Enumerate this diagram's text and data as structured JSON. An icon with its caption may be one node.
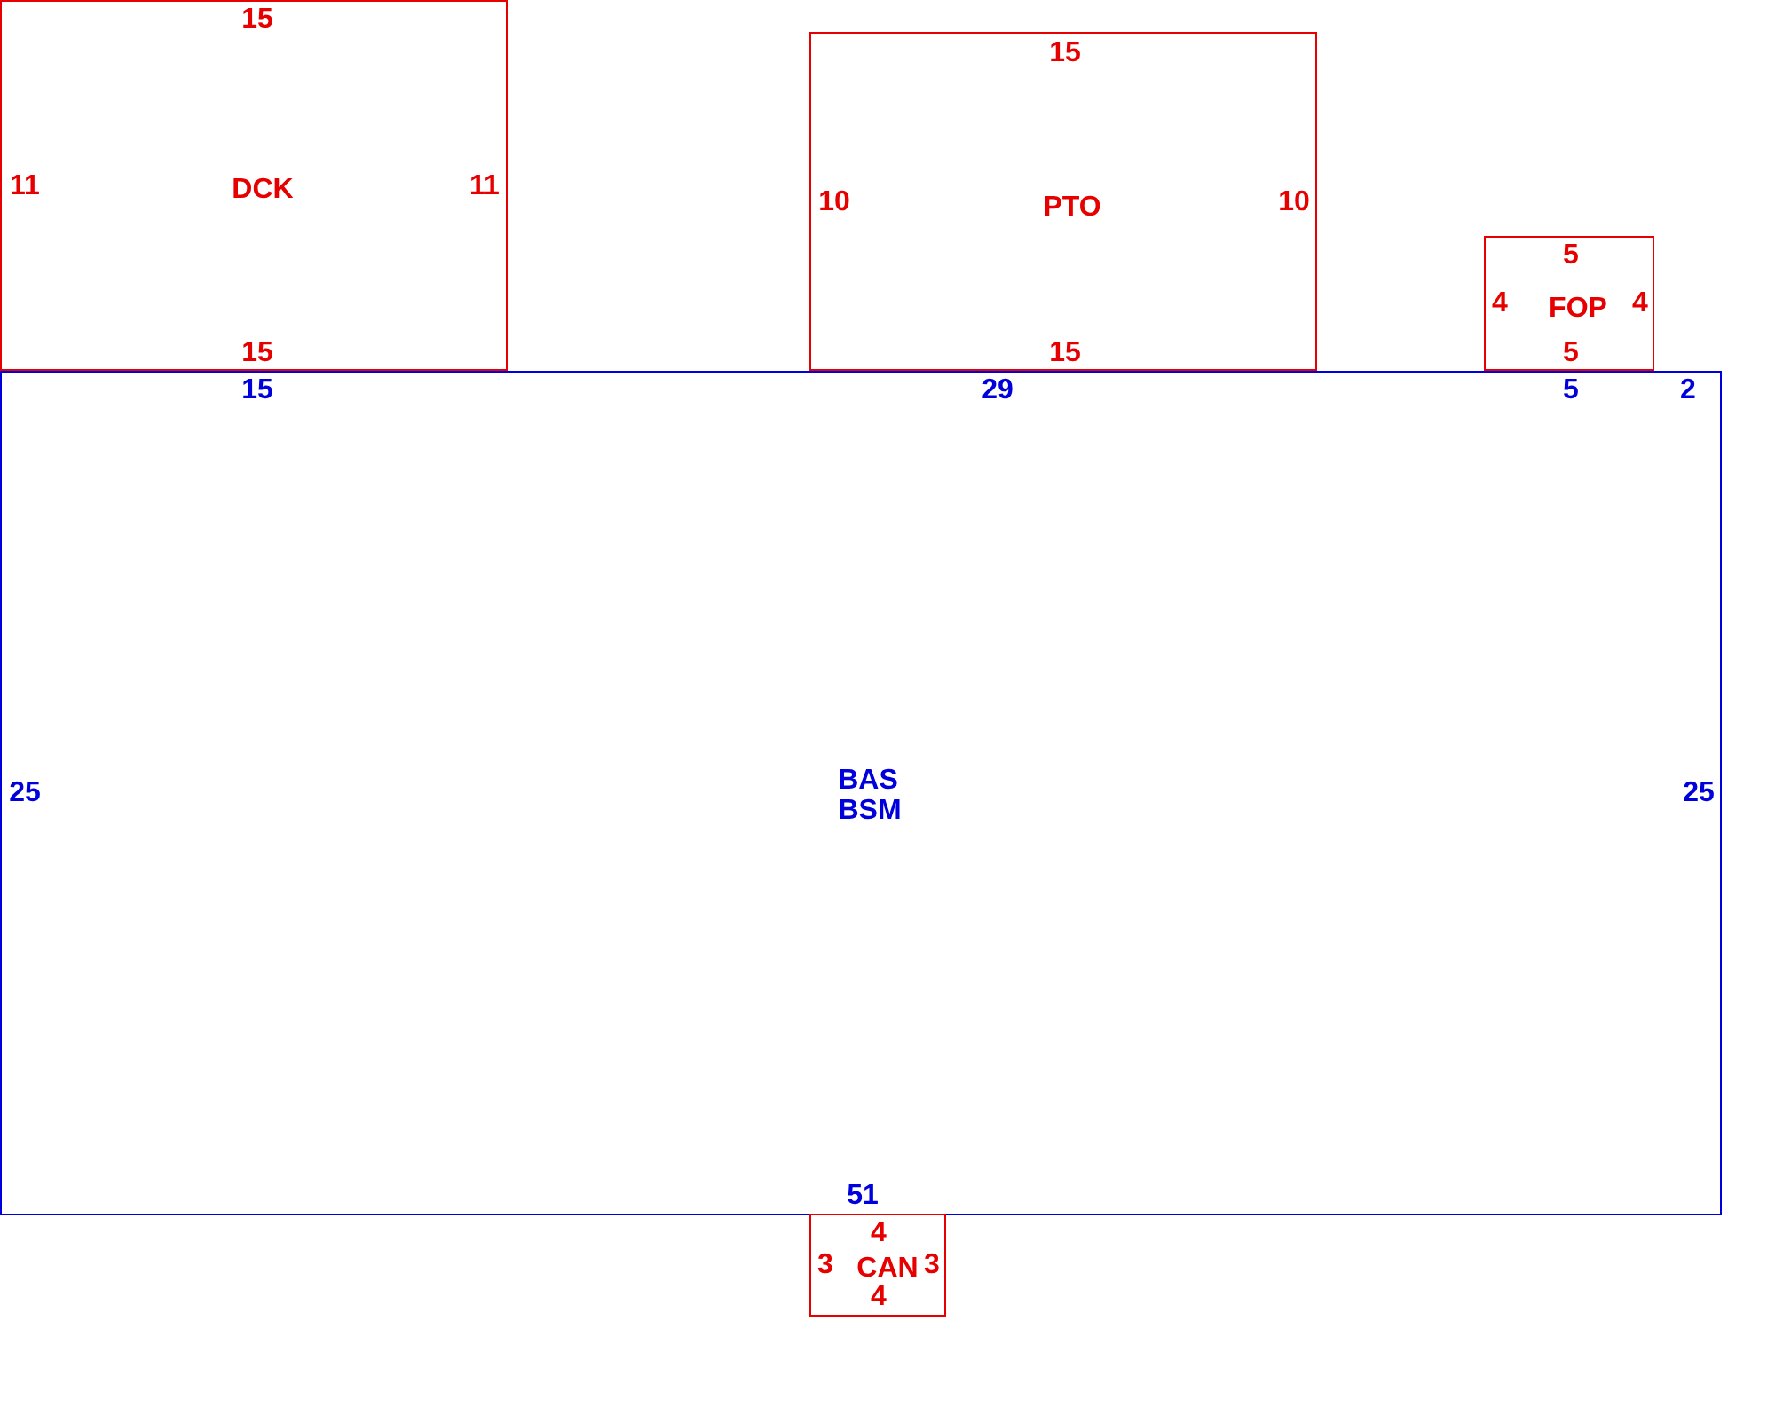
{
  "diagram": {
    "nodes": [
      {
        "text": [
          "15",
          "11",
          "DCK",
          "11",
          "15"
        ]
      },
      {
        "text": [
          "15",
          "10",
          "PTO",
          "10",
          "15"
        ]
      },
      {
        "text": [
          "5",
          "4",
          "FOP",
          "4",
          "5"
        ]
      },
      {
        "text": [
          "15",
          "29",
          "5",
          "2",
          "25",
          "BAS",
          "BSM",
          "25",
          "51"
        ]
      },
      {
        "text": [
          "4",
          "3",
          "CAN",
          "3",
          "4"
        ]
      }
    ]
  }
}
